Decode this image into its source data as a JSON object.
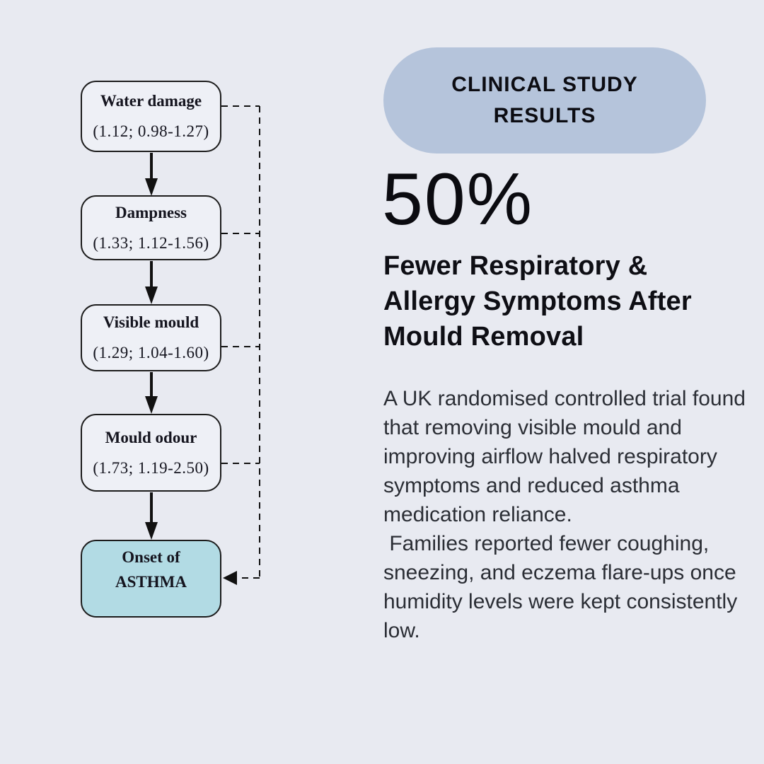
{
  "page": {
    "background_color": "#e8eaf1",
    "text_color": "#0e0e14"
  },
  "flowchart": {
    "box_fill": "#eef0f6",
    "box_border_color": "#1c1c1c",
    "outcome_box_fill": "#b2dbe4",
    "connector_color": "#111111",
    "boxes": [
      {
        "title": "Water damage",
        "value": "(1.12; 0.98-1.27)"
      },
      {
        "title": "Dampness",
        "value": "(1.33; 1.12-1.56)"
      },
      {
        "title": "Visible mould",
        "value": "(1.29; 1.04-1.60)"
      },
      {
        "title": "Mould odour",
        "value": "(1.73; 1.19-2.50)"
      },
      {
        "title": "Onset of",
        "subtitle": "ASTHMA"
      }
    ]
  },
  "content": {
    "badge_label": "CLINICAL STUDY RESULTS",
    "badge_fill": "#b5c4db",
    "stat_value": "50%",
    "heading": "Fewer Respiratory & Allergy Symptoms After Mould Removal",
    "paragraph_1": "A UK randomised controlled trial found that removing visible mould and improving airflow halved respiratory symptoms and reduced asthma medication reliance.",
    "paragraph_2": " Families reported fewer coughing, sneezing, and eczema flare-ups once humidity levels were kept consistently low."
  }
}
